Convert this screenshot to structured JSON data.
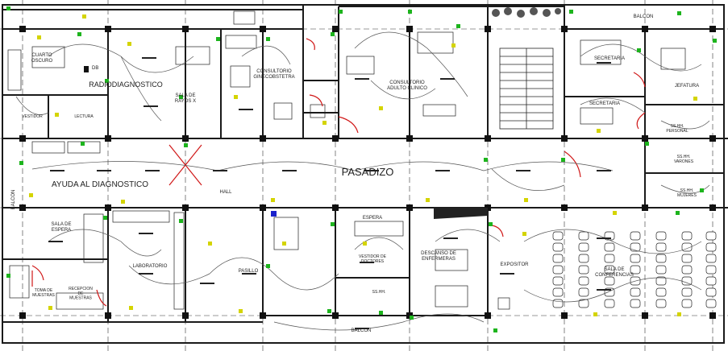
{
  "rooms": {
    "cuarto_oscuro": "CUARTO\nOSCURO",
    "radiodiagnostico": "RADIODIAGNOSTICO",
    "sala_rayos_x": "SALA DE\nRAYOS X",
    "consultorio_ginecobstetra": "CONSULTORIO\nGINECOBSTETRA",
    "consultorio_adulto_clinico": "CONSULTORIO\nADULTO CLINICO",
    "secretaria_1": "SECRETARIA",
    "secretaria_2": "SECRETARIA",
    "jefatura": "JEFATURA",
    "balcon_top": "BALCON",
    "vestidor": "VESTIDOR",
    "lectura": "LECTURA",
    "pasadizo": "PASADIZO",
    "ayuda_diagnostico": "AYUDA AL DIAGNOSTICO",
    "hall": "HALL",
    "balcon_left": "BALCON",
    "ss_hh_varones": "SS.HH.\nVARONES",
    "ss_hh_mujeres": "SS.HH.\nMUJERES",
    "ss_hh_personal": "SS.HH.\nPERSONAL",
    "sala_espera": "SALA DE\nESPERA",
    "laboratorio": "LABORATORIO",
    "toma_muestras": "TOMA DE\nMUESTRAS",
    "recepcion_muestras": "RECEPCION\nDE\nMUESTRAS",
    "espera": "ESPERA",
    "vestidor_doctores": "VESTIDOR DE\nDOCTORES",
    "ss_hh": "SS.HH.",
    "descanso_enfermeras": "DESCANSO DE\nENFERMERAS",
    "expositor": "EXPOSITOR",
    "sala_conferencias": "SALA DE\nCONFERENCIAS",
    "pasillo": "PASILLO",
    "balcon_bottom": "BALCON",
    "db": "DB"
  },
  "colors": {
    "wall": "#1a1a1a",
    "column": "#111111",
    "circuit": "#555555",
    "switch": "#1db41d",
    "outlet": "#d4d400",
    "door": "#d01818",
    "axis": "#333333"
  }
}
